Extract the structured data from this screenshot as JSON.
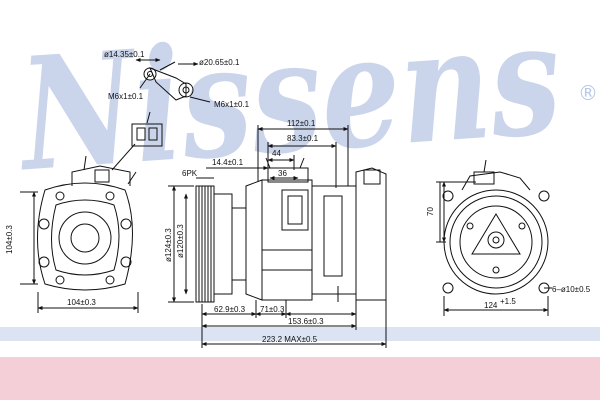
{
  "brand": {
    "watermark": "Nissens",
    "registered": "®",
    "watermark_color": "#b9c8e6",
    "band_color": "#f4cfd8",
    "band_line_color": "#bccbe8",
    "line_color": "#1a1a1a"
  },
  "connector_detail": {
    "dia_small": "ø14.35±0.1",
    "dia_large": "ø20.65±0.1",
    "thread_1": "M6x1±0.1",
    "thread_2": "M6x1±0.1"
  },
  "left_view": {
    "height": "104±0.3",
    "width": "104±0.3"
  },
  "side_view": {
    "pulley_type": "6PK",
    "dia_outer": "ø124±0.3",
    "dia_inner": "ø120±0.3",
    "top_112": "112±0.1",
    "top_83": "83.3±0.1",
    "top_44": "44",
    "top_14": "14.4±0.1",
    "top_36": "36",
    "bottom_62": "62.9±0.3",
    "bottom_71": "71±0.3",
    "bottom_153": "153.6±0.3",
    "bottom_223": "223.2 MAX±0.5"
  },
  "right_view": {
    "height": "70",
    "width": "124",
    "width_tol": "+1.5",
    "hole": "6–ø10±0.5"
  }
}
